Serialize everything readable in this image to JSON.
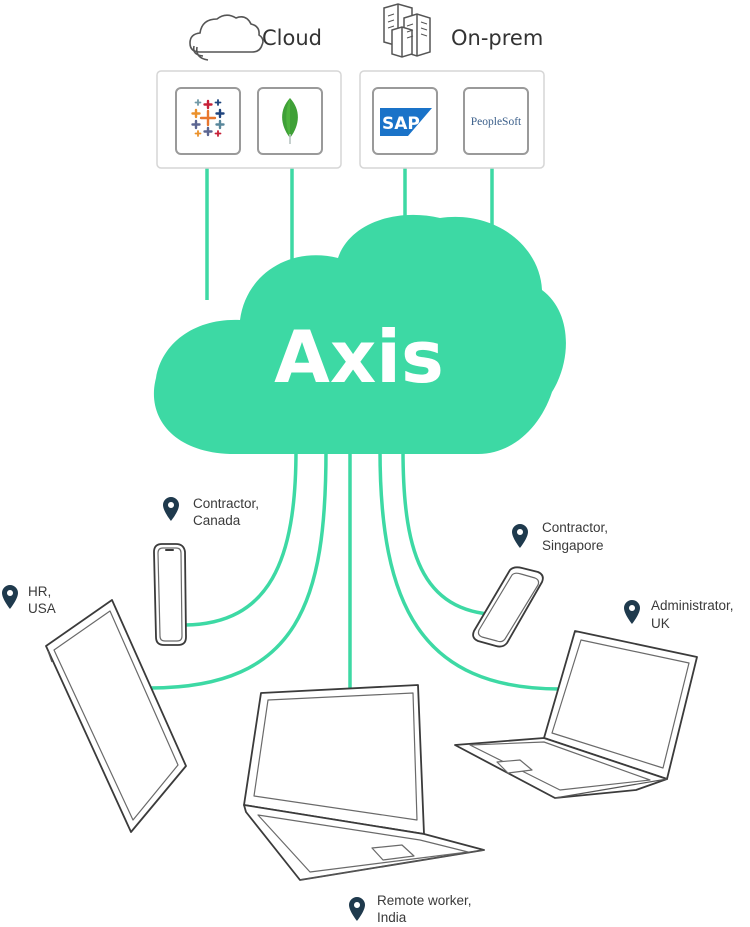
{
  "colors": {
    "accent": "#3dd9a4",
    "pin": "#1f3a4d",
    "text": "#333333"
  },
  "groups": [
    {
      "id": "cloud",
      "label": "Cloud",
      "icon": "cloud-outline-icon",
      "apps": [
        {
          "name": "Tableau",
          "icon": "tableau-logo-icon"
        },
        {
          "name": "MongoDB",
          "icon": "mongodb-leaf-icon"
        }
      ]
    },
    {
      "id": "onprem",
      "label": "On-prem",
      "icon": "buildings-icon",
      "apps": [
        {
          "name": "SAP",
          "logo_text": "SAP",
          "icon": "sap-logo-icon"
        },
        {
          "name": "PeopleSoft",
          "logo_text": "PeopleSoft",
          "icon": "peoplesoft-logo-icon"
        }
      ]
    }
  ],
  "hub": {
    "label": "Axis"
  },
  "locations": [
    {
      "id": "contractor-canada",
      "lines": [
        "Contractor,",
        "Canada"
      ],
      "device": "phone"
    },
    {
      "id": "contractor-singapore",
      "lines": [
        "Contractor,",
        "Singapore"
      ],
      "device": "phone"
    },
    {
      "id": "hr-usa",
      "lines": [
        "HR,",
        "USA"
      ],
      "device": "tablet"
    },
    {
      "id": "administrator-uk",
      "lines": [
        "Administrator,",
        "UK"
      ],
      "device": "laptop"
    },
    {
      "id": "remote-worker-india",
      "lines": [
        "Remote worker,",
        "India"
      ],
      "device": "laptop"
    }
  ]
}
